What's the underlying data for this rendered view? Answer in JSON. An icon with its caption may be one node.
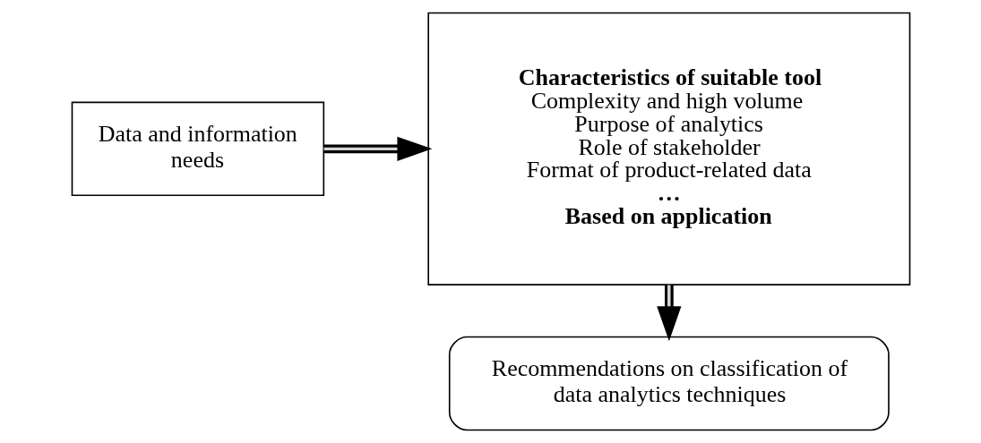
{
  "diagram": {
    "nodes": [
      {
        "text": [
          "Data and information needs"
        ]
      },
      {
        "text": [
          "Characteristics of suitable tool",
          "Complexity and high volume",
          "Purpose of analytics",
          "Role of stakeholder",
          "Format of product-related data",
          "…",
          "Based on application"
        ]
      },
      {
        "text": [
          "Recommendations on classification of data analytics techniques"
        ]
      }
    ],
    "edges": [
      {
        "from": 0,
        "to": 1,
        "arrow": "to"
      },
      {
        "from": 1,
        "to": 2,
        "arrow": "to"
      }
    ]
  }
}
